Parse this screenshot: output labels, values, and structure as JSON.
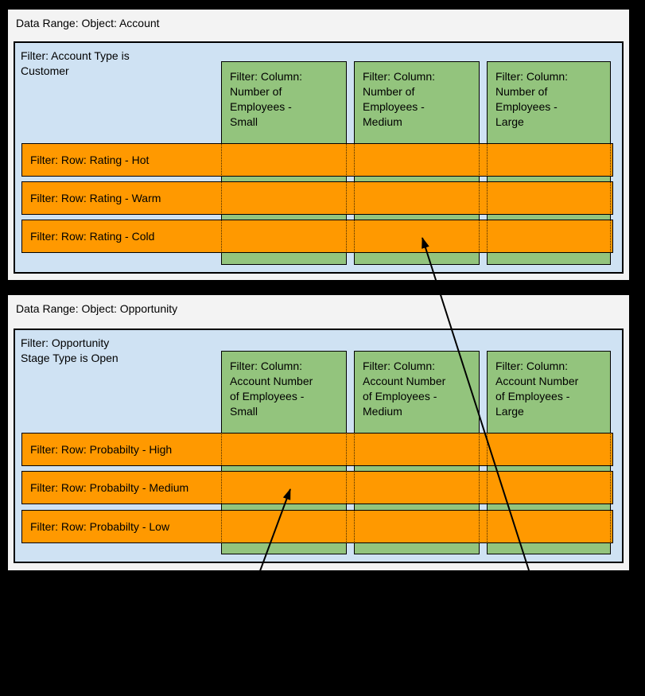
{
  "colors": {
    "background": "#000000",
    "range_fill": "#f3f3f3",
    "range_border": "#000000",
    "filter_panel_fill": "#cfe2f3",
    "column_filter_fill": "#93c47d",
    "row_filter_fill": "#ff9900",
    "connector": "#000000"
  },
  "ranges": [
    {
      "title": "Data Range: Object: Account",
      "filter_label": "Filter: Account Type is\nCustomer",
      "columns": [
        {
          "label": "Filter: Column:\nNumber of\nEmployees -\nSmall"
        },
        {
          "label": "Filter: Column:\nNumber of\nEmployees -\nMedium"
        },
        {
          "label": "Filter: Column:\nNumber of\nEmployees -\nLarge"
        }
      ],
      "rows": [
        {
          "label": "Filter: Row: Rating - Hot"
        },
        {
          "label": "Filter: Row: Rating - Warm"
        },
        {
          "label": "Filter: Row: Rating - Cold"
        }
      ]
    },
    {
      "title": "Data Range: Object: Opportunity",
      "filter_label": "Filter: Opportunity\nStage Type is Open",
      "columns": [
        {
          "label": "Filter: Column:\nAccount Number\nof Employees -\nSmall"
        },
        {
          "label": "Filter: Column:\nAccount Number\nof Employees -\nMedium"
        },
        {
          "label": "Filter: Column:\nAccount Number\nof Employees -\nLarge"
        }
      ],
      "rows": [
        {
          "label": "Filter: Row: Probabilty - High"
        },
        {
          "label": "Filter: Row: Probabilty - Medium"
        },
        {
          "label": "Filter: Row: Probabilty - Low"
        }
      ]
    }
  ],
  "connectors": [
    {
      "name": "arrow-into-account-rating-cold-cell"
    },
    {
      "name": "arrow-into-opportunity-probabilty-medium-cell"
    }
  ]
}
